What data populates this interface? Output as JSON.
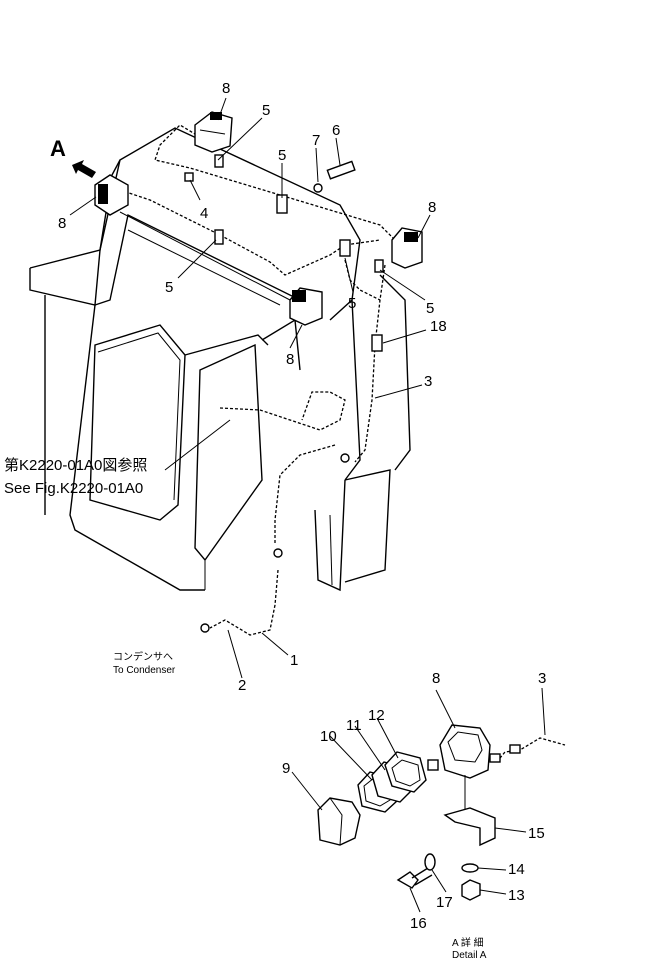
{
  "view_label": "A",
  "reference_note": {
    "jp": "第K2220-01A0図参照",
    "en": "See Fig.K2220-01A0"
  },
  "condenser_note": {
    "jp": "コンデンサへ",
    "en": "To Condenser"
  },
  "detail_caption": {
    "jp": "A 詳 細",
    "en": "Detail A"
  },
  "part_numbers": {
    "lamp_top": "8",
    "lamp_left": "8",
    "lamp_right": "8",
    "lamp_front": "8",
    "lamp_detail": "8",
    "clamp_top": "5",
    "clamp_mid": "5",
    "clamp_left": "5",
    "clamp_center": "5",
    "clamp_right": "5",
    "nut_top": "4",
    "washer_top": "7",
    "bolt_top": "6",
    "clip": "18",
    "harness_main": "3",
    "harness_detail": "3",
    "harness_condenser": "1",
    "connector": "2",
    "lens": "9",
    "rim": "10",
    "gasket_a": "11",
    "gasket_b": "12",
    "bracket": "15",
    "washer_detail": "14",
    "nut_detail": "13",
    "bolt_detail": "16",
    "lock_washer": "17"
  }
}
